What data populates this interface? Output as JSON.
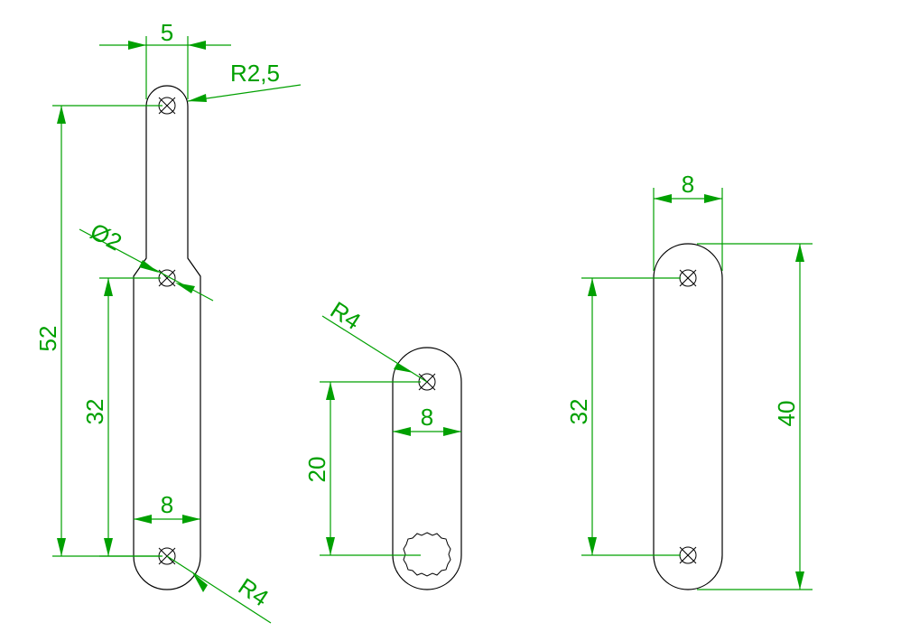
{
  "colors": {
    "part_outline": "#000000",
    "dimension": "#00a000",
    "background": "#ffffff"
  },
  "dimensions": {
    "long_top_width": "5",
    "long_top_radius": "R2,5",
    "long_pin_diameter": "Ø2",
    "long_total_length": "52",
    "long_hole_spacing": "32",
    "long_bottom_width": "8",
    "long_bottom_radius": "R4",
    "short_radius": "R4",
    "short_width": "8",
    "short_hole_spacing": "20",
    "right_width": "8",
    "right_hole_spacing": "32",
    "right_total_length": "40"
  }
}
